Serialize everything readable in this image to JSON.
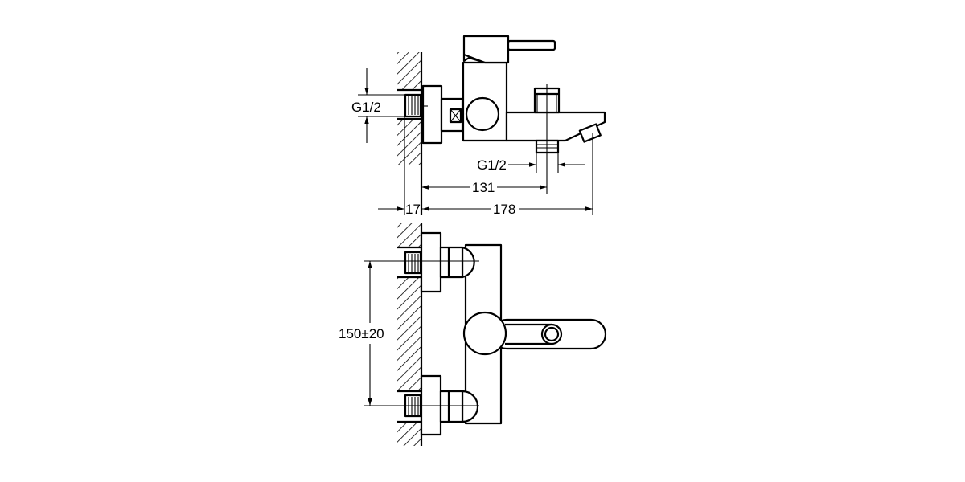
{
  "drawing": {
    "side_view": {
      "inlet_thread_label": "G1/2",
      "outlet_thread_label": "G1/2",
      "outlet_distance_label": "131",
      "spout_length_label": "178",
      "flange_depth_label": "17"
    },
    "front_view": {
      "inlet_spacing_label": "150±20"
    },
    "line_color": "#000000",
    "background_color": "#ffffff"
  }
}
